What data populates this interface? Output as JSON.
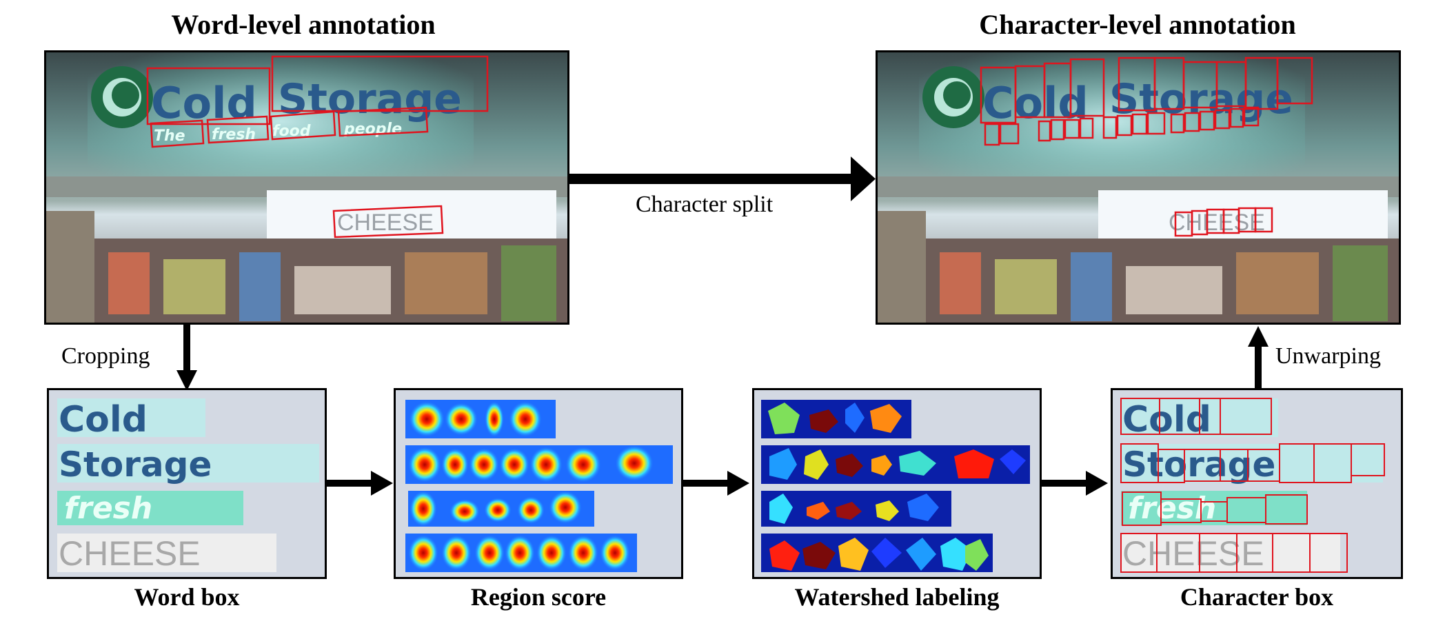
{
  "headings": {
    "word_level": "Word-level annotation",
    "char_level": "Character-level annotation"
  },
  "arrow_labels": {
    "character_split": "Character split",
    "cropping": "Cropping",
    "unwarping": "Unwarping"
  },
  "captions": {
    "word_box": "Word box",
    "region_score": "Region score",
    "watershed": "Watershed labeling",
    "char_box": "Character box"
  },
  "scene_text": {
    "title_words": [
      "Cold",
      "Storage"
    ],
    "tagline_words": [
      "The",
      "fresh",
      "food",
      "people"
    ],
    "shop_word": "CHEESE"
  },
  "crop_words": [
    "Cold",
    "Storage",
    "fresh",
    "CHEESE"
  ],
  "colors": {
    "annotation_box": "#e0141e",
    "panel_bg": "#d3d9e3",
    "heatmap_bg": "#0a1fa8"
  }
}
